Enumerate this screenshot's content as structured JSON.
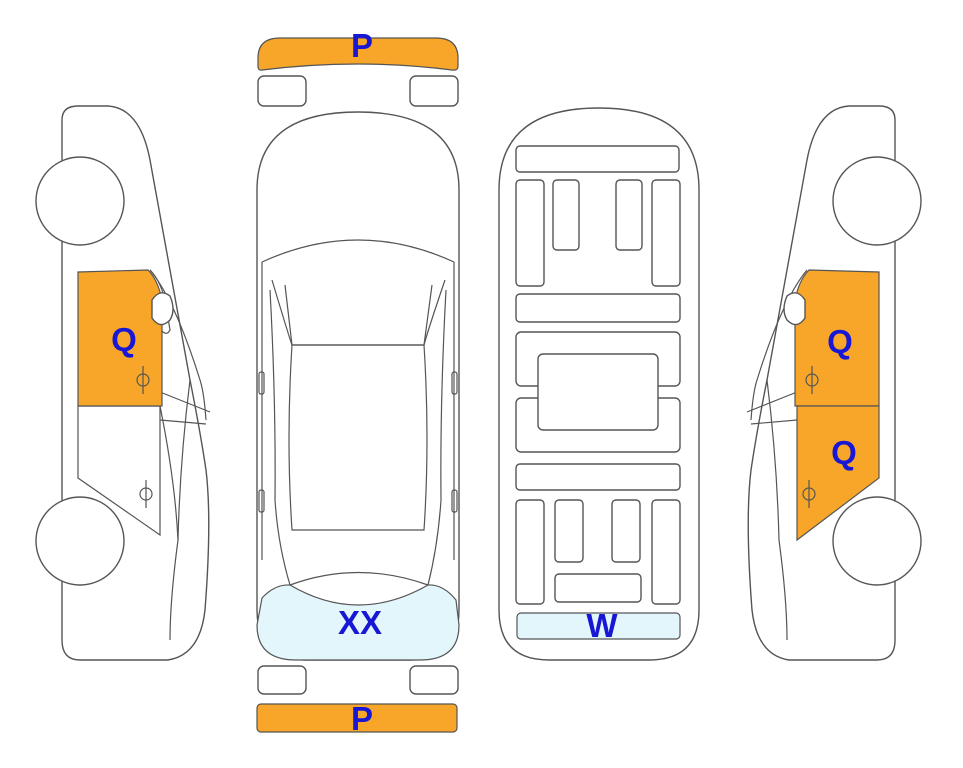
{
  "colors": {
    "damage_fill": "#f8a629",
    "glass_fill": "#e2f6fc",
    "code_text": "#1717d4",
    "outline": "#555555"
  },
  "codes": {
    "front_bumper": "P",
    "rear_bumper": "P",
    "windshield": "XX",
    "rear_window": "W",
    "left_front_door": "Q",
    "right_front_door": "Q",
    "right_rear_door": "Q"
  }
}
